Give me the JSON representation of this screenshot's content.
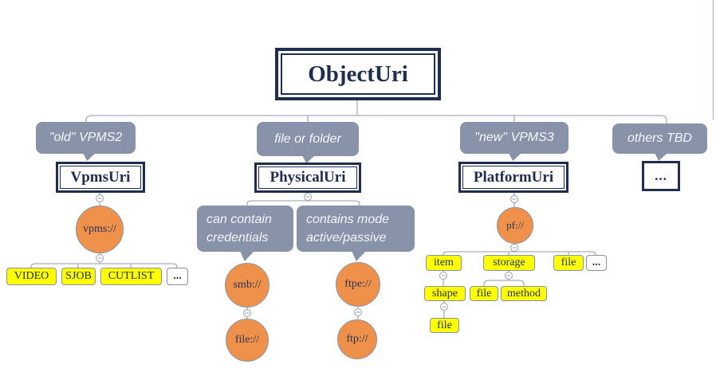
{
  "colors": {
    "navy": "#1f2e4e",
    "slate": "#8893aa",
    "slate_text": "#f4f6f9",
    "orange": "#f0914b",
    "yellow": "#ffff00",
    "line": "#a9aebc"
  },
  "root": {
    "label": "ObjectUri"
  },
  "old_vpms2": {
    "callout": "\"old\" VPMS2",
    "topic": "VpmsUri",
    "scheme": "vpms://",
    "types": [
      "VIDEO",
      "SJOB",
      "CUTLIST",
      "..."
    ]
  },
  "file_folder": {
    "callout": "file or folder",
    "topic": "PhysicalUri",
    "notes": [
      "can contain credentials",
      "contains mode active/passive"
    ],
    "smb": "smb://",
    "smb_child": "file://",
    "ftpe": "ftpe://",
    "ftpe_child": "ftp://"
  },
  "new_vpms3": {
    "callout": "\"new\" VPMS3",
    "topic": "PlatformUri",
    "scheme": "pf://",
    "level1": [
      "item",
      "storage",
      "file",
      "..."
    ],
    "item_child": "shape",
    "shape_child": "file",
    "storage_children": [
      "file",
      "method"
    ]
  },
  "others": {
    "callout": "others TBD",
    "topic": "..."
  }
}
